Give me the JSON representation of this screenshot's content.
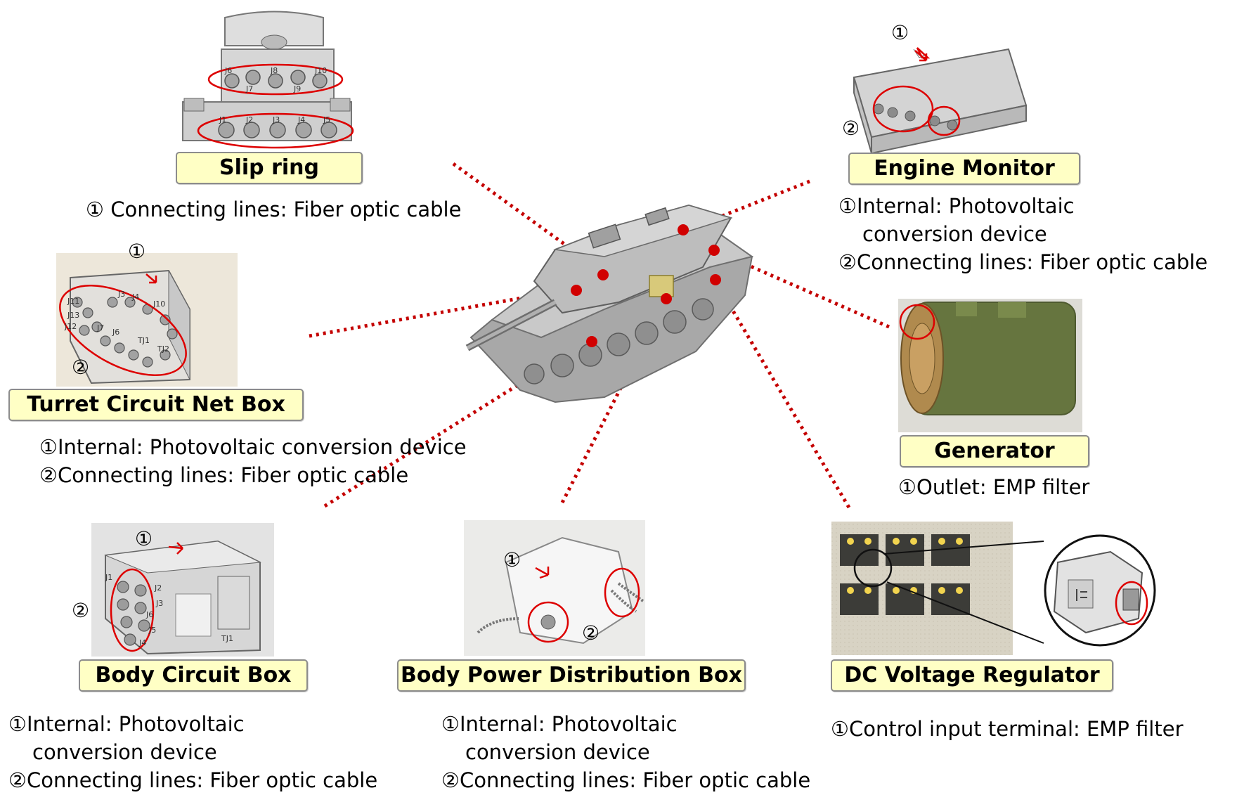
{
  "components": [
    {
      "id": "slip-ring",
      "name": "Slip ring",
      "items": [
        "① Connecting lines: Fiber optic cable"
      ]
    },
    {
      "id": "engine-monitor",
      "name": "Engine Monitor",
      "items": [
        "①Internal: Photovoltaic",
        "conversion device",
        "②Connecting lines: Fiber optic cable"
      ]
    },
    {
      "id": "turret-circuit-net-box",
      "name": "Turret Circuit Net Box",
      "items": [
        "①Internal: Photovoltaic conversion device",
        "②Connecting lines: Fiber optic cable"
      ]
    },
    {
      "id": "generator",
      "name": "Generator",
      "items": [
        "①Outlet: EMP filter"
      ]
    },
    {
      "id": "body-circuit-box",
      "name": "Body Circuit Box",
      "items": [
        "①Internal: Photovoltaic",
        "conversion device",
        "②Connecting lines: Fiber optic cable"
      ]
    },
    {
      "id": "body-power-distribution-box",
      "name": "Body Power Distribution Box",
      "items": [
        "①Internal: Photovoltaic",
        "conversion device",
        "②Connecting lines: Fiber optic cable"
      ]
    },
    {
      "id": "dc-voltage-regulator",
      "name": "DC Voltage Regulator",
      "items": [
        "①Control input terminal: EMP filter"
      ]
    }
  ],
  "markers": {
    "one": "①",
    "two": "②"
  },
  "connector_labels": {
    "slip_ring_top": [
      "J6",
      "J7",
      "J8",
      "J9",
      "J10"
    ],
    "slip_ring_bottom": [
      "J1",
      "J2",
      "J3",
      "J4",
      "J5"
    ],
    "turret": [
      "J11",
      "J13",
      "J12",
      "J7",
      "J6",
      "J3",
      "J4",
      "J10",
      "TJ1",
      "TJ2"
    ],
    "body_circuit": [
      "J1",
      "J2",
      "J3",
      "J6",
      "J5",
      "J4",
      "TJ1"
    ]
  },
  "colors": {
    "label_bg": "#ffffc5",
    "label_border": "#8c8c8c",
    "marker_red": "#cc1111",
    "dotted_line": "#c40000",
    "tank_gray": "#b9b9b9",
    "generator_green": "#66753f"
  }
}
